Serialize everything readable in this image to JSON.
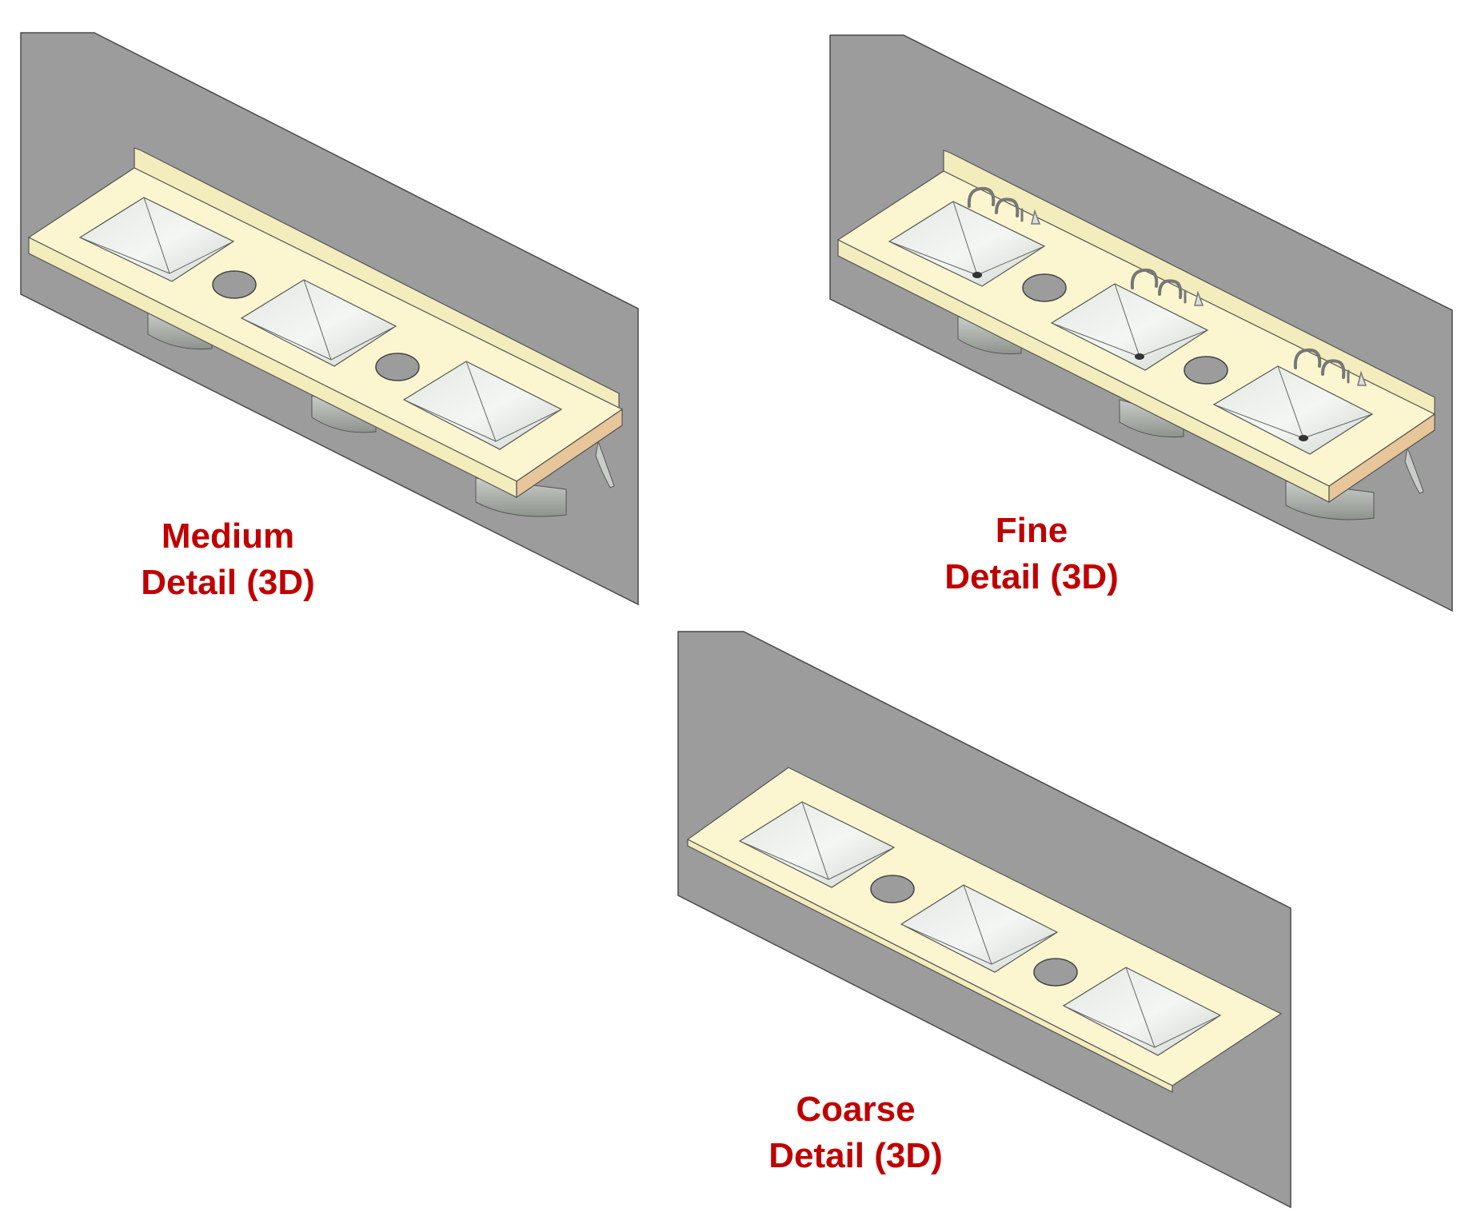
{
  "views": [
    {
      "id": "medium",
      "caption_line1": "Medium",
      "caption_line2": "Detail (3D)",
      "sinks": 3,
      "faucets": false,
      "backsplash": true
    },
    {
      "id": "fine",
      "caption_line1": "Fine",
      "caption_line2": "Detail (3D)",
      "sinks": 3,
      "faucets": true,
      "backsplash": true
    },
    {
      "id": "coarse",
      "caption_line1": "Coarse",
      "caption_line2": "Detail (3D)",
      "sinks": 3,
      "faucets": false,
      "backsplash": false
    }
  ],
  "colors": {
    "wall": "#9c9c9c",
    "countertop": "#fbf6cf",
    "countertop_edge": "#f3ecbd",
    "side_edge": "#e7c69a",
    "sink": "#e8ece6",
    "caption": "#c00000"
  }
}
